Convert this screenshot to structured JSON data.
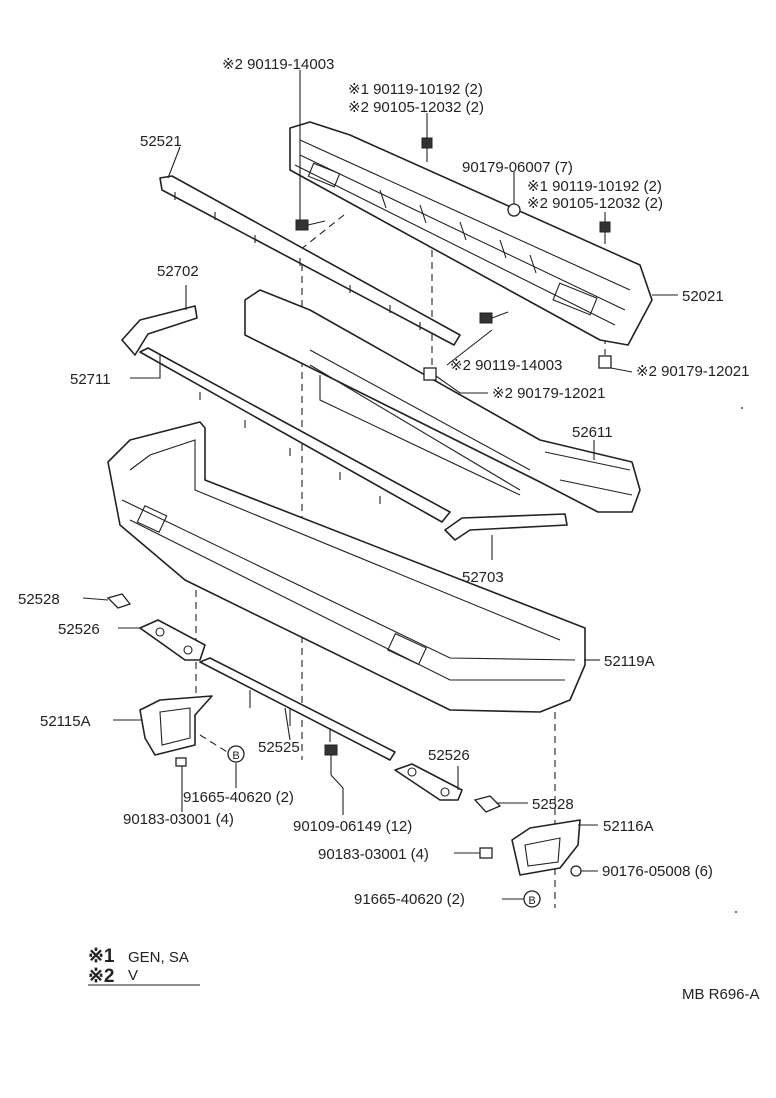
{
  "labels": {
    "l1": "※2 90119-14003",
    "l2": "※1 90119-10192 (2)",
    "l3": "※2 90105-12032 (2)",
    "l4": "52521",
    "l5": "90179-06007 (7)",
    "l6": "※1 90119-10192 (2)",
    "l7": "※2 90105-12032 (2)",
    "l8": "52702",
    "l9": "52021",
    "l10": "52711",
    "l11": "※2 90119-14003",
    "l12": "※2 90179-12021",
    "l13": "※2 90179-12021",
    "l14": "52611",
    "l15": "52703",
    "l16": "52528",
    "l17": "52526",
    "l18": "52119A",
    "l19": "52115A",
    "l20": "52525",
    "l21": "52526",
    "l22": "91665-40620 (2)",
    "l23": "52528",
    "l24": "90183-03001 (4)",
    "l25": "90109-06149 (12)",
    "l26": "52116A",
    "l27": "90183-03001 (4)",
    "l28": "90176-05008 (6)",
    "l29": "91665-40620 (2)"
  },
  "legend": {
    "mark1": "※1",
    "text1": "GEN, SA",
    "mark2": "※2",
    "text2": "V"
  },
  "ref_code": "MB R696-A",
  "washer_letter": "B"
}
